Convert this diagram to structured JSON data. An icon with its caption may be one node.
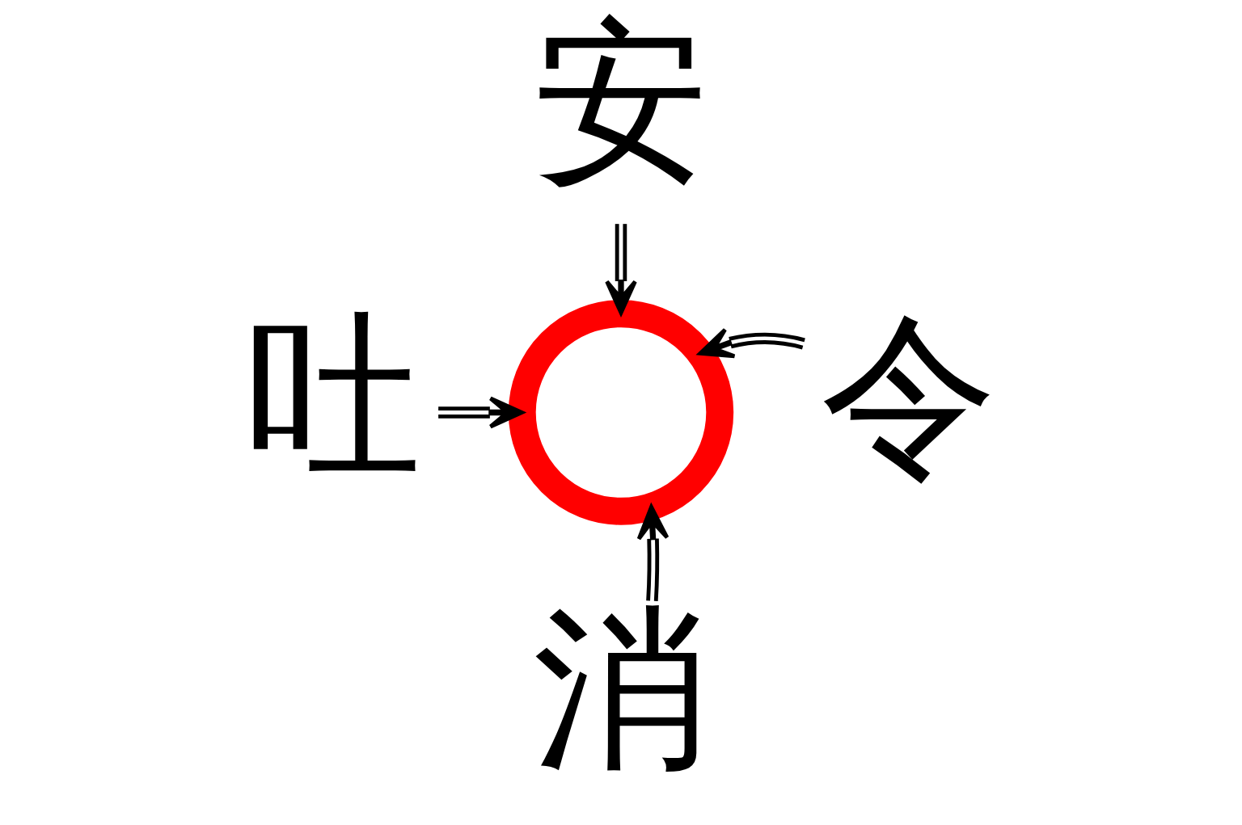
{
  "diagram": {
    "nodes": [
      {
        "text": [
          "安"
        ]
      },
      {
        "text": [
          "吐"
        ]
      },
      {
        "text": [],
        "shape": "circle"
      },
      {
        "text": [
          "令"
        ]
      },
      {
        "text": [
          "消"
        ]
      }
    ],
    "edges": [
      {
        "from": 0,
        "to": 2,
        "arrow": "to"
      },
      {
        "from": 1,
        "to": 2,
        "arrow": "to"
      },
      {
        "from": 3,
        "to": 2,
        "arrow": "to"
      },
      {
        "from": 4,
        "to": 2,
        "arrow": "to"
      }
    ]
  }
}
